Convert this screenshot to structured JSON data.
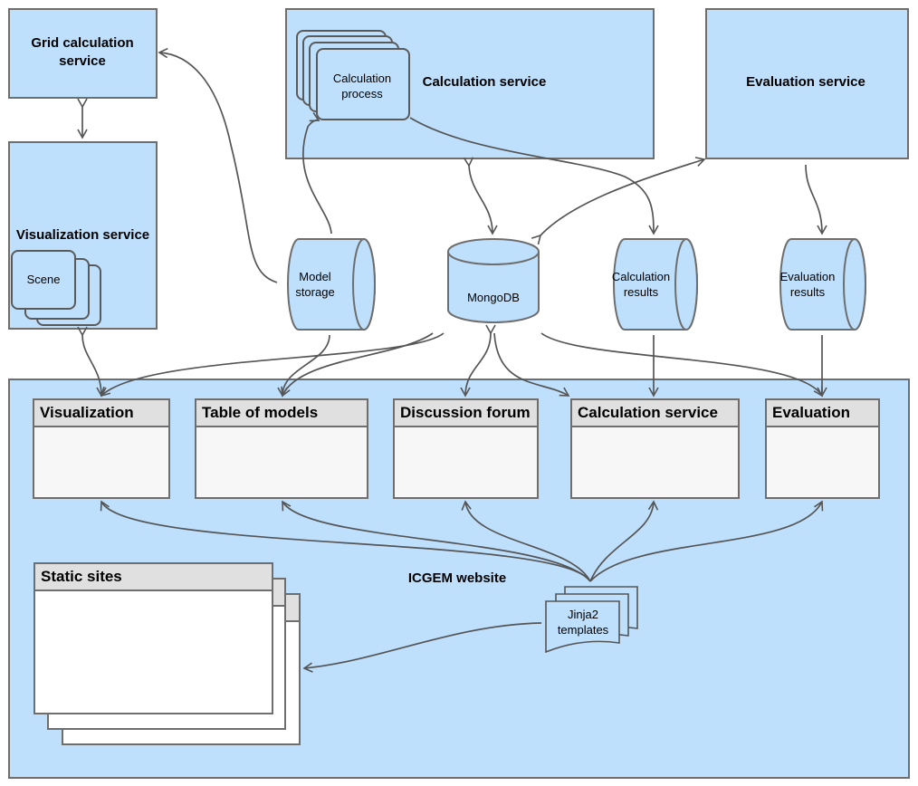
{
  "services": {
    "grid": "Grid calculation service",
    "calculation": "Calculation service",
    "calculation_process": "Calculation process",
    "evaluation": "Evaluation service",
    "visualization": "Visualization service",
    "scene": "Scene"
  },
  "storage": {
    "model_storage": "Model storage",
    "mongodb": "MongoDB",
    "calculation_results": "Calculation results",
    "evaluation_results": "Evaluation results"
  },
  "website": {
    "label": "ICGEM website",
    "pages": [
      "Visualization",
      "Table of models",
      "Discussion forum",
      "Calculation service",
      "Evaluation"
    ],
    "static_sites": "Static sites",
    "templates": "Jinja2 templates"
  },
  "colors": {
    "fill": "#bfe0fd",
    "stroke": "#6e6e6e",
    "header": "#e0e0e0"
  }
}
